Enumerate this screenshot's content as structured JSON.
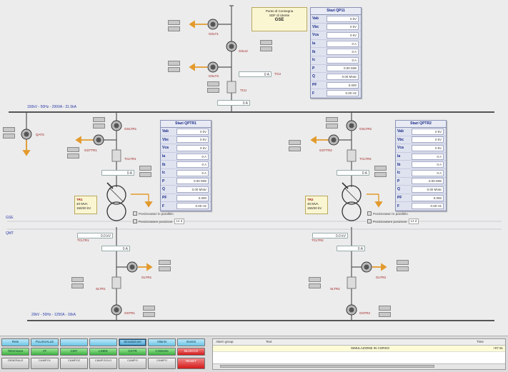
{
  "colors": {
    "bus": "#555555",
    "arrow": "#e39a2c",
    "table_label": "#1a2a8a",
    "busbar_label": "#2a3aa8",
    "device_label": "#a02020"
  },
  "top": {
    "note": {
      "line1": "Punto di Consegna",
      "line2": "SDF di Utente",
      "line3": "GSE"
    },
    "table": {
      "title": "Stazi QP11",
      "rows": [
        {
          "name": "Vab",
          "value": "0 kV"
        },
        {
          "name": "Vbc",
          "value": "0 kV"
        },
        {
          "name": "Vca",
          "value": "0 kV"
        },
        {
          "name": "Ia",
          "value": "0 A"
        },
        {
          "name": "Ib",
          "value": "0 A"
        },
        {
          "name": "Ic",
          "value": "0 A"
        },
        {
          "name": "P",
          "value": "0.00 MW"
        },
        {
          "name": "Q",
          "value": "0.00 MVar"
        },
        {
          "name": "PF",
          "value": "0.000"
        },
        {
          "name": "F",
          "value": "0.00 Hz"
        }
      ]
    },
    "labels": {
      "sw1": "GSLT1",
      "sw2": "GSLI2",
      "sw3": "GSLT3",
      "ts": "TCU",
      "ms": "TCU"
    },
    "meas1": "0 A",
    "meas2": "0 A"
  },
  "busbar_hv": {
    "label": "150kV - 50Hz - 2000A - 31.5kA"
  },
  "busbar_mv": {
    "label": "20kV - 50Hz - 1250A - 16kA"
  },
  "zone_labels": {
    "gse": "GSE",
    "qmt": "QMT"
  },
  "left": {
    "table": {
      "title": "Stazi QPTR1",
      "rows": [
        {
          "name": "Vab",
          "value": "0 kV"
        },
        {
          "name": "Vbc",
          "value": "0 kV"
        },
        {
          "name": "Vca",
          "value": "0 kV"
        },
        {
          "name": "Ia",
          "value": "0 A"
        },
        {
          "name": "Ib",
          "value": "0 A"
        },
        {
          "name": "Ic",
          "value": "0 A"
        },
        {
          "name": "P",
          "value": "0.00 MW"
        },
        {
          "name": "Q",
          "value": "0.00 MVar"
        },
        {
          "name": "PF",
          "value": "0.000"
        },
        {
          "name": "F",
          "value": "0.00 Hz"
        }
      ]
    },
    "tr_note": {
      "line1": "TR1",
      "line2": "40 MVA",
      "line3": "150/20 kV"
    },
    "ann1": "Posizionatori in parallelo",
    "ann2": "Posizionatore posizione",
    "ann2v": "14 d",
    "labels": {
      "aux": "QATS",
      "sw_top": "GSLTR1",
      "sw_side": "GSTTR1",
      "dis": "TCLTR1",
      "sw_low": "GLTR1",
      "dis_low": "SLTR1",
      "sw_bot": "GSTR1",
      "tl": "TCLTR1"
    },
    "meas": "0 A",
    "meas_low": "0.0 kV",
    "meas_b": "0 A"
  },
  "right": {
    "table": {
      "title": "Stazi QPTR2",
      "rows": [
        {
          "name": "Vab",
          "value": "0 kV"
        },
        {
          "name": "Vbc",
          "value": "0 kV"
        },
        {
          "name": "Vca",
          "value": "0 kV"
        },
        {
          "name": "Ia",
          "value": "0 A"
        },
        {
          "name": "Ib",
          "value": "0 A"
        },
        {
          "name": "Ic",
          "value": "0 A"
        },
        {
          "name": "P",
          "value": "0.00 MW"
        },
        {
          "name": "Q",
          "value": "0.00 MVar"
        },
        {
          "name": "PF",
          "value": "0.000"
        },
        {
          "name": "F",
          "value": "0.00 Hz"
        }
      ]
    },
    "tr_note": {
      "line1": "TR2",
      "line2": "40 MVA",
      "line3": "150/20 kV"
    },
    "ann1": "Posizionatori in parallelo",
    "ann2": "Posizionatore posizione",
    "ann2v": "14 d",
    "labels": {
      "sw_top": "GSLTR2",
      "sw_side": "GSTTR2",
      "dis": "TCLTR2",
      "sw_low": "GLTR2",
      "dis_low": "SLTR2",
      "sw_bot": "GSTR2",
      "tl": "TCLTR2"
    },
    "meas": "0 A",
    "meas_low": "0.0 kV",
    "meas_b": "0 A"
  },
  "nav": {
    "row1": [
      {
        "label": "Rete",
        "style": "blue"
      },
      {
        "label": "PLUSVALLE",
        "style": "blue"
      },
      {
        "label": "",
        "style": "blue"
      },
      {
        "label": "",
        "style": "blue"
      },
      {
        "label": "Simulazione",
        "style": "sel"
      },
      {
        "label": "Allarmi",
        "style": "blue"
      },
      {
        "label": "Eventi",
        "style": "blue"
      }
    ],
    "row2": [
      {
        "label": "Telemisure",
        "style": "green"
      },
      {
        "label": "AT",
        "style": "green"
      },
      {
        "label": "CMT",
        "style": "green"
      },
      {
        "label": "LINEE",
        "style": "green"
      },
      {
        "label": "GSTR",
        "style": "green"
      },
      {
        "label": "COMUNI",
        "style": "green"
      },
      {
        "label": "BLOCCO",
        "style": "red"
      }
    ],
    "row3": [
      {
        "label": "GENERALE",
        "style": "gray"
      },
      {
        "label": "CAMPO1",
        "style": "gray"
      },
      {
        "label": "CAMPO2",
        "style": "gray"
      },
      {
        "label": "CAMP.SOLO",
        "style": "gray"
      },
      {
        "label": "CAMPO",
        "style": "gray"
      },
      {
        "label": "CAMPO",
        "style": "gray"
      },
      {
        "label": "RESET",
        "style": "red"
      }
    ]
  },
  "alarm": {
    "columns": {
      "group": "Alarm group",
      "text": "Text",
      "time": "Time"
    },
    "rows": [
      {
        "group": "",
        "text": "SIMULAZIONE IN CORSO",
        "time": "+07:31"
      }
    ]
  }
}
